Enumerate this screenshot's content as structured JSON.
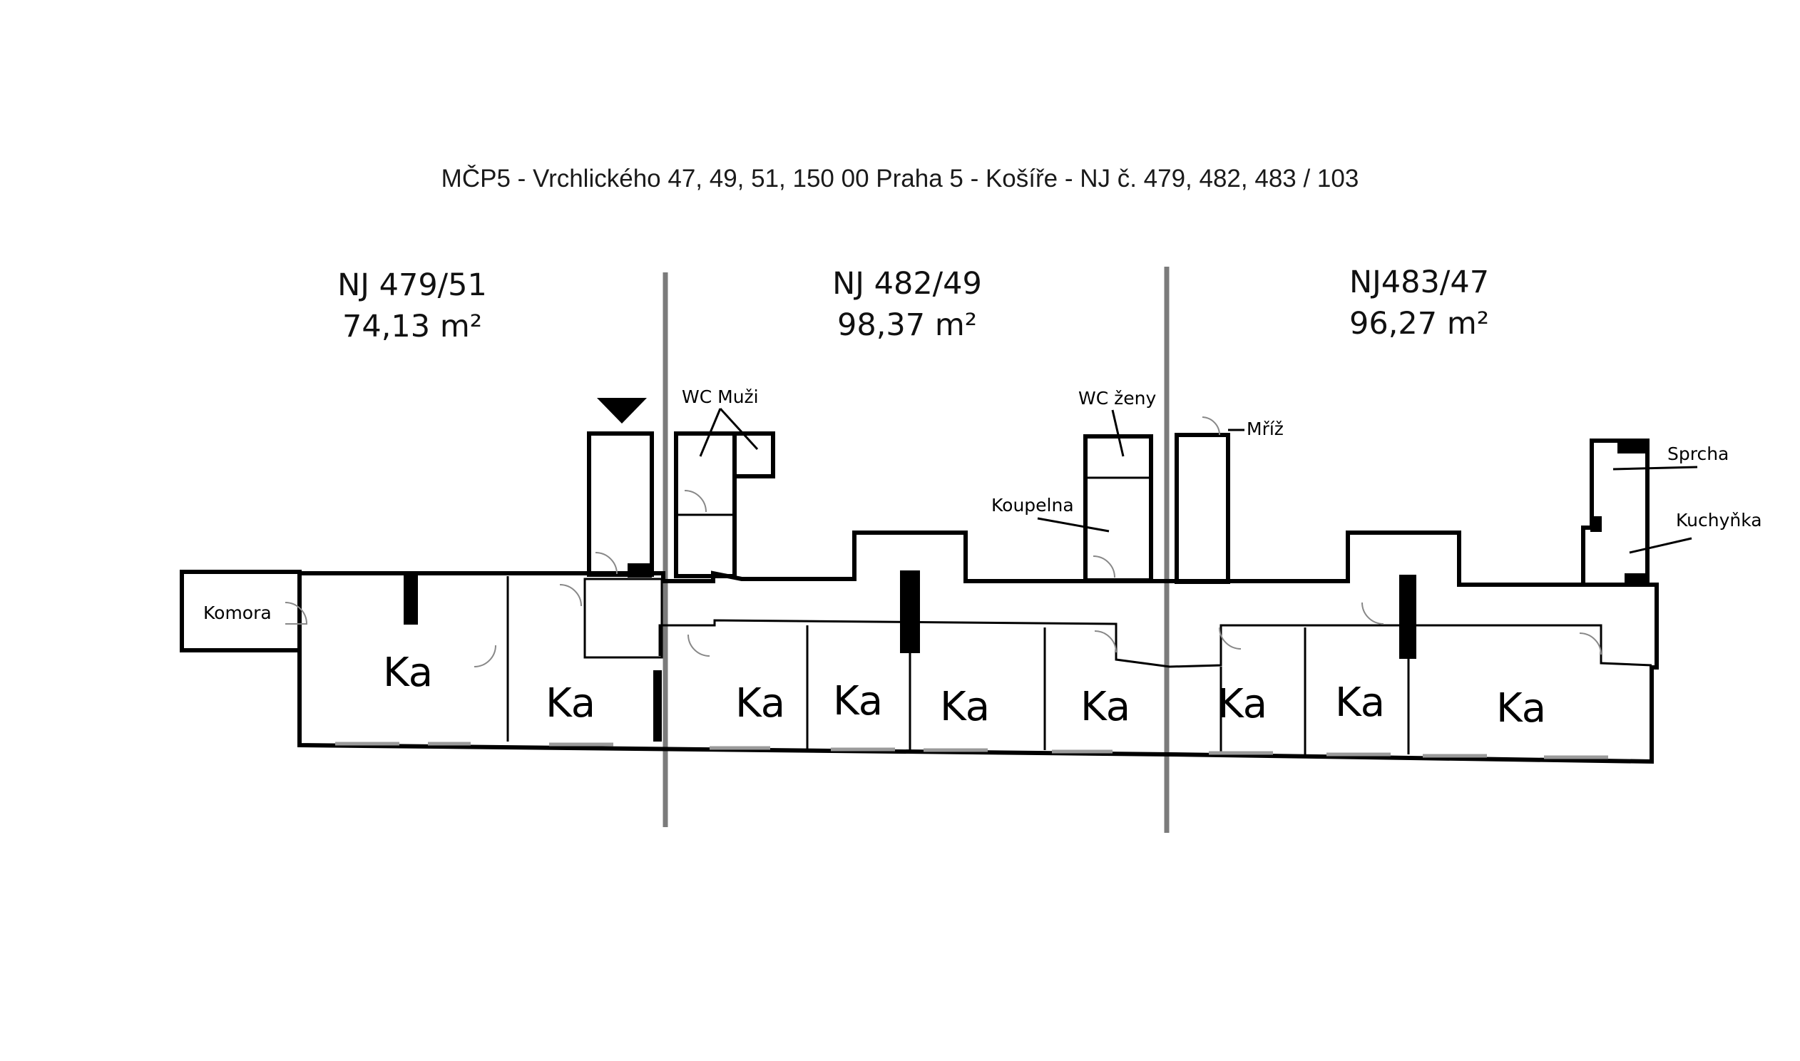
{
  "title": "MČP5 - Vrchlického 47, 49, 51, 150 00 Praha 5 - Košíře - NJ č. 479, 482, 483 / 103",
  "units": [
    {
      "name": "NJ 479/51",
      "area": "74,13 m²"
    },
    {
      "name": "NJ 482/49",
      "area": "98,37 m²"
    },
    {
      "name": "NJ483/47",
      "area": "96,27 m²"
    }
  ],
  "rooms": [
    "Ka",
    "Ka",
    "Ka",
    "Ka",
    "Ka",
    "Ka",
    "Ka",
    "Ka",
    "Ka"
  ],
  "labels": {
    "komora": "Komora",
    "wc_muzi": "WC Muži",
    "wc_zeny": "WC ženy",
    "koupelna": "Koupelna",
    "mriz": "Mříž",
    "sprcha": "Sprcha",
    "kuchynka": "Kuchyňka"
  },
  "entrance_icon": "triangle-down-icon"
}
